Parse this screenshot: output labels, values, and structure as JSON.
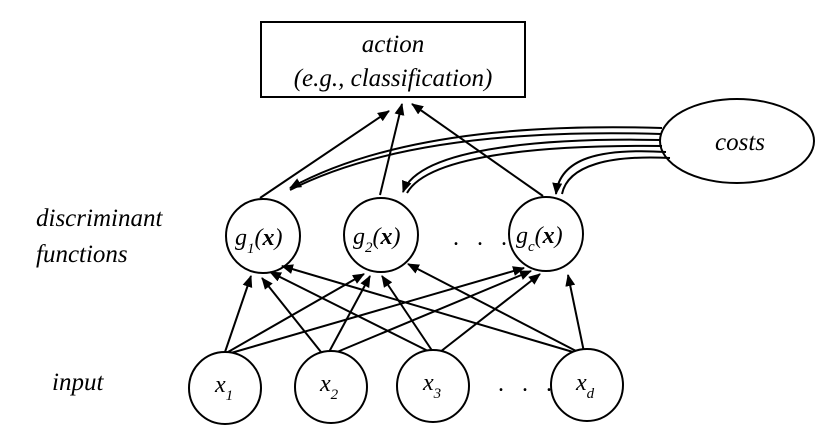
{
  "action_box": {
    "line1": "action",
    "line2": "(e.g., classification)"
  },
  "costs": {
    "label": "costs"
  },
  "labels": {
    "discriminant_line1": "discriminant",
    "discriminant_line2": "functions",
    "input": "input"
  },
  "discriminant_nodes": [
    {
      "base": "g",
      "sub": "1",
      "arg_open": "(",
      "arg": "x",
      "arg_close": ")"
    },
    {
      "base": "g",
      "sub": "2",
      "arg_open": "(",
      "arg": "x",
      "arg_close": ")"
    },
    {
      "base": "g",
      "sub": "c",
      "arg_open": "(",
      "arg": "x",
      "arg_close": ")"
    }
  ],
  "input_nodes": [
    {
      "base": "x",
      "sub": "1"
    },
    {
      "base": "x",
      "sub": "2"
    },
    {
      "base": "x",
      "sub": "3"
    },
    {
      "base": "x",
      "sub": "d"
    }
  ],
  "ellipsis_discriminant": ". . .",
  "ellipsis_input": ". . ."
}
